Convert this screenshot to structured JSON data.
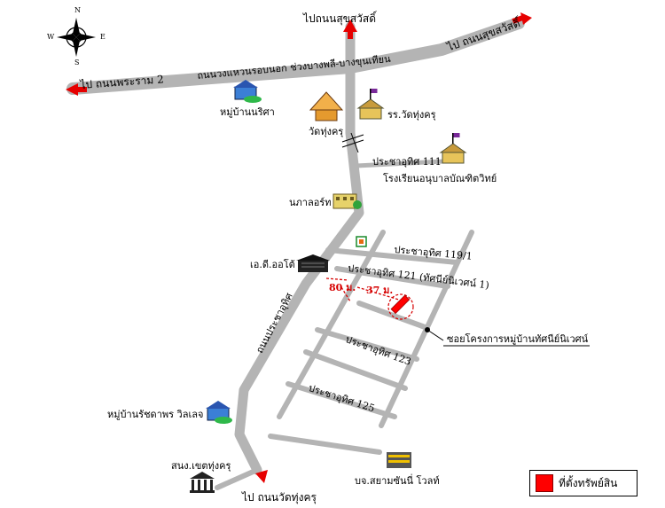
{
  "compass": {
    "n": "N",
    "s": "S",
    "e": "E",
    "w": "W"
  },
  "roads": {
    "outer_ring": "ถนนวงแหวนรอบนอก ช่วงบางพลี-บางขุนเทียน",
    "main_north": "ถนนประชาอุทิศ"
  },
  "directions": {
    "to_sukhasawat_top": "ไปถนนสุขสวัสดิ์",
    "to_sukhasawat_right": "ไป ถนนสุขสวัสดิ์",
    "to_rama2": "ไป ถนนพระราม 2",
    "to_wat_thung_khru": "ไป ถนนวัดทุ่งครุ"
  },
  "sois": {
    "s111": "ประชาอุทิศ 111",
    "s119": "ประชาอุทิศ 119/1",
    "s121": "ประชาอุทิศ 121 (ทัศนีย์นิเวศน์ 1)",
    "s123": "ประชาอุทิศ 123",
    "s125": "ประชาอุทิศ 125",
    "project": "ซอยโครงการหมู่บ้านทัศนีย์นิเวศน์"
  },
  "places": {
    "village_narisa": "หมู่บ้านนริศา",
    "wat_thung_khru": "วัดทุ่งครุ",
    "school_wat": "รร.วัดทุ่งครุ",
    "kindergarten": "โรงเรียนอนุบาลบัณฑิตวิทย์",
    "naphaport": "นภาลอร์ท",
    "ad_auto": "เอ.ดี.ออโต้",
    "village_ratchadaphon": "หมู่บ้านรัชดาพร วิลเลจ",
    "police": "สนง.เขตทุ่งครุ",
    "siam_company": "บจ.สยามซันนี่ โวลท์"
  },
  "distances": {
    "d80": "80 ม.",
    "d37": "37 ม."
  },
  "legend": {
    "label": "ที่ตั้งทรัพย์สิน",
    "color": "#ff0000"
  },
  "colors": {
    "road": "#b4b4b4",
    "arrow": "#e60000",
    "asset": "#ff0000"
  }
}
